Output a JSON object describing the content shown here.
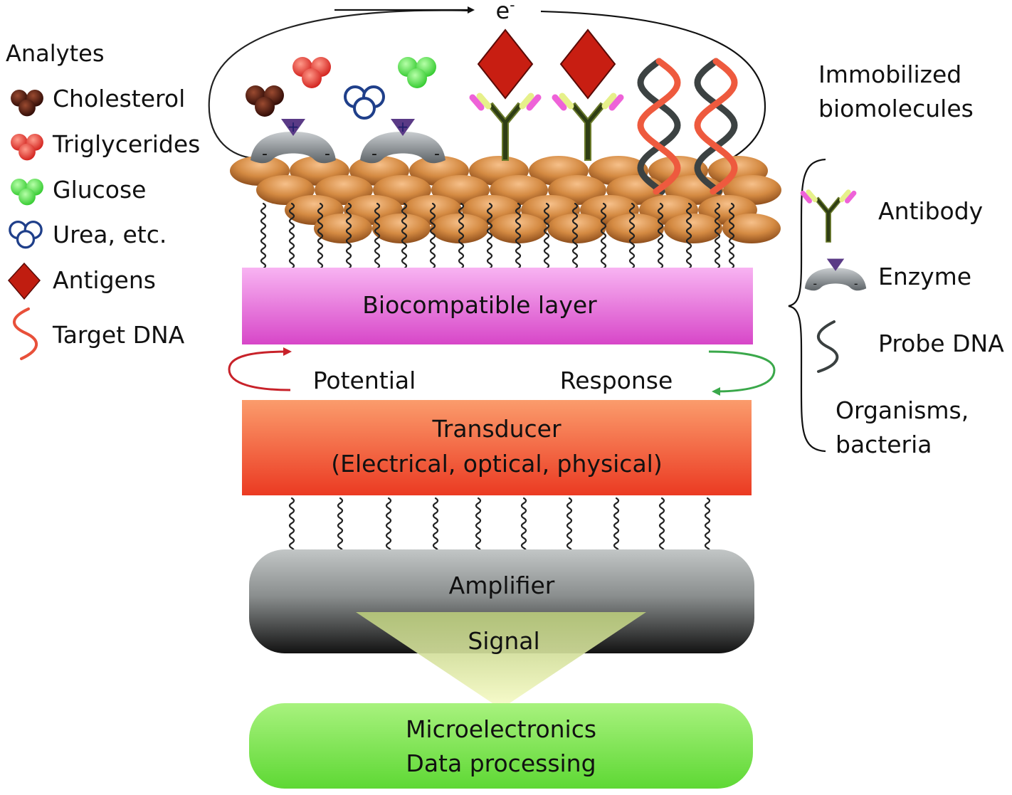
{
  "electron": {
    "symbol": "e",
    "charge": "-"
  },
  "analytes": {
    "heading": "Analytes",
    "items": [
      {
        "id": "cholesterol",
        "label": "Cholesterol",
        "color": "#5a1a10"
      },
      {
        "id": "triglycerides",
        "label": "Triglycerides",
        "color": "#e0302a"
      },
      {
        "id": "glucose",
        "label": "Glucose",
        "color": "#3fd63a"
      },
      {
        "id": "urea",
        "label": "Urea, etc.",
        "color": "#1f3f8a"
      },
      {
        "id": "antigens",
        "label": "Antigens",
        "color": "#c01d10"
      },
      {
        "id": "target-dna",
        "label": "Target DNA",
        "color": "#e8503a"
      }
    ]
  },
  "immobilized": {
    "heading_line1": "Immobilized",
    "heading_line2": "biomolecules",
    "items": [
      {
        "id": "antibody",
        "label": "Antibody"
      },
      {
        "id": "enzyme",
        "label": "Enzyme"
      },
      {
        "id": "probe-dna",
        "label": "Probe DNA"
      }
    ],
    "organisms_line1": "Organisms,",
    "organisms_line2": "bacteria"
  },
  "layers": {
    "biocompatible": "Biocompatible layer",
    "potential": "Potential",
    "response": "Response",
    "transducer_line1": "Transducer",
    "transducer_line2": "(Electrical, optical, physical)",
    "amplifier": "Amplifier",
    "signal": "Signal",
    "micro_line1": "Microelectronics",
    "micro_line2": "Data processing"
  },
  "colors": {
    "biocompatible_top": "#f7a8f0",
    "biocompatible_bottom": "#d948cc",
    "transducer_top": "#fb9a6a",
    "transducer_bottom": "#ec3b22",
    "amplifier_top": "#b8bcbc",
    "amplifier_bottom": "#151515",
    "signal_fill": "#eef8a8",
    "micro_fill": "#7de84e",
    "particle": "#c8803e",
    "potential_arrow": "#c8222a",
    "response_arrow": "#3aa84a"
  }
}
